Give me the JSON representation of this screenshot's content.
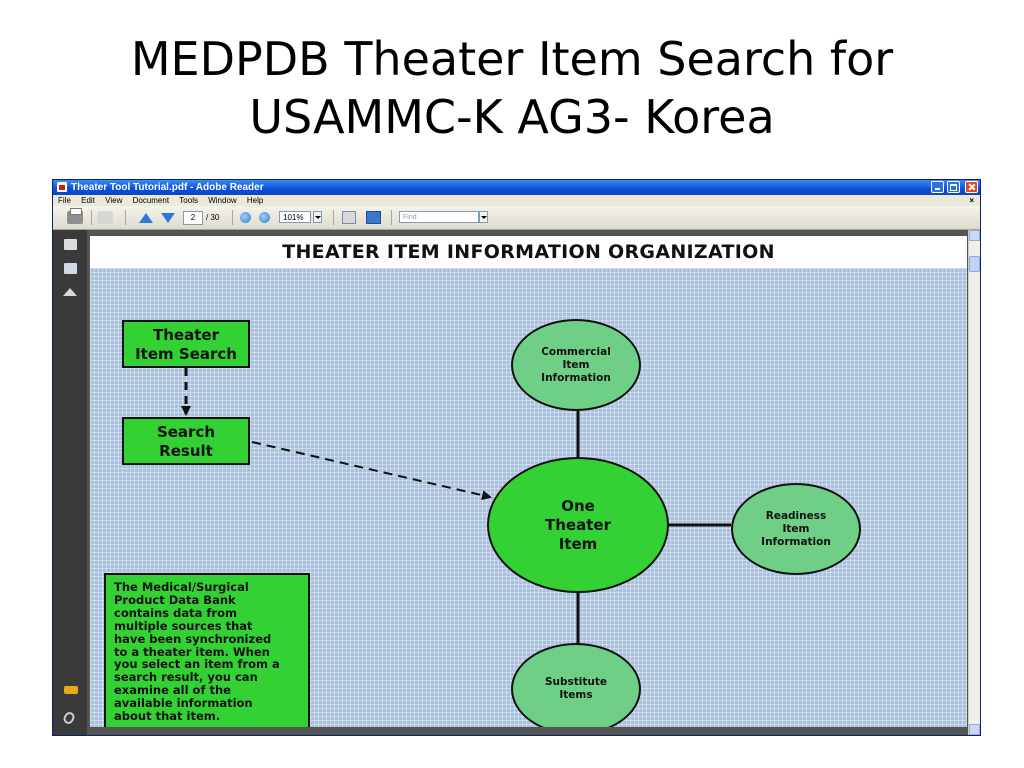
{
  "slide": {
    "title_line1": "MEDPDB Theater Item Search for",
    "title_line2": "USAMMC-K AG3- Korea"
  },
  "window": {
    "title": "Theater Tool Tutorial.pdf - Adobe Reader"
  },
  "menu": {
    "items": [
      "File",
      "Edit",
      "View",
      "Document",
      "Tools",
      "Window",
      "Help"
    ],
    "close_glyph": "×"
  },
  "toolbar": {
    "page_current": "2",
    "page_total": "/ 30",
    "zoom": "101%",
    "find_placeholder": "Find"
  },
  "document": {
    "heading": "THEATER ITEM INFORMATION ORGANIZATION",
    "boxes": {
      "search_line1": "Theater",
      "search_line2": "Item Search",
      "result_line1": "Search",
      "result_line2": "Result"
    },
    "circles": {
      "center": [
        "One",
        "Theater",
        "Item"
      ],
      "commercial": [
        "Commercial",
        "Item",
        "Information"
      ],
      "readiness": [
        "Readiness",
        "Item",
        "Information"
      ],
      "substitute": [
        "Substitute",
        "Items"
      ]
    },
    "info_lines": [
      "The Medical/Surgical",
      "Product Data Bank",
      "contains data from",
      "multiple sources that",
      "have been synchronized",
      "to a theater item.  When",
      "you select an item from a",
      "search result, you can",
      "examine all of the",
      "available information",
      "about that item."
    ]
  },
  "colors": {
    "box_green": "#33d133",
    "circle_light_green": "#6fcf86",
    "grid_blue": "#a9c1dd",
    "titlebar_blue": "#0a4fd6"
  },
  "icons": [
    "pdf-icon",
    "print-icon",
    "hand-icon",
    "previous-page-icon",
    "next-page-icon",
    "zoom-out-icon",
    "zoom-in-icon",
    "fit-page-icon",
    "fit-width-icon",
    "pages-panel-icon",
    "bookmarks-icon",
    "layers-icon",
    "signature-icon",
    "attachments-icon"
  ]
}
